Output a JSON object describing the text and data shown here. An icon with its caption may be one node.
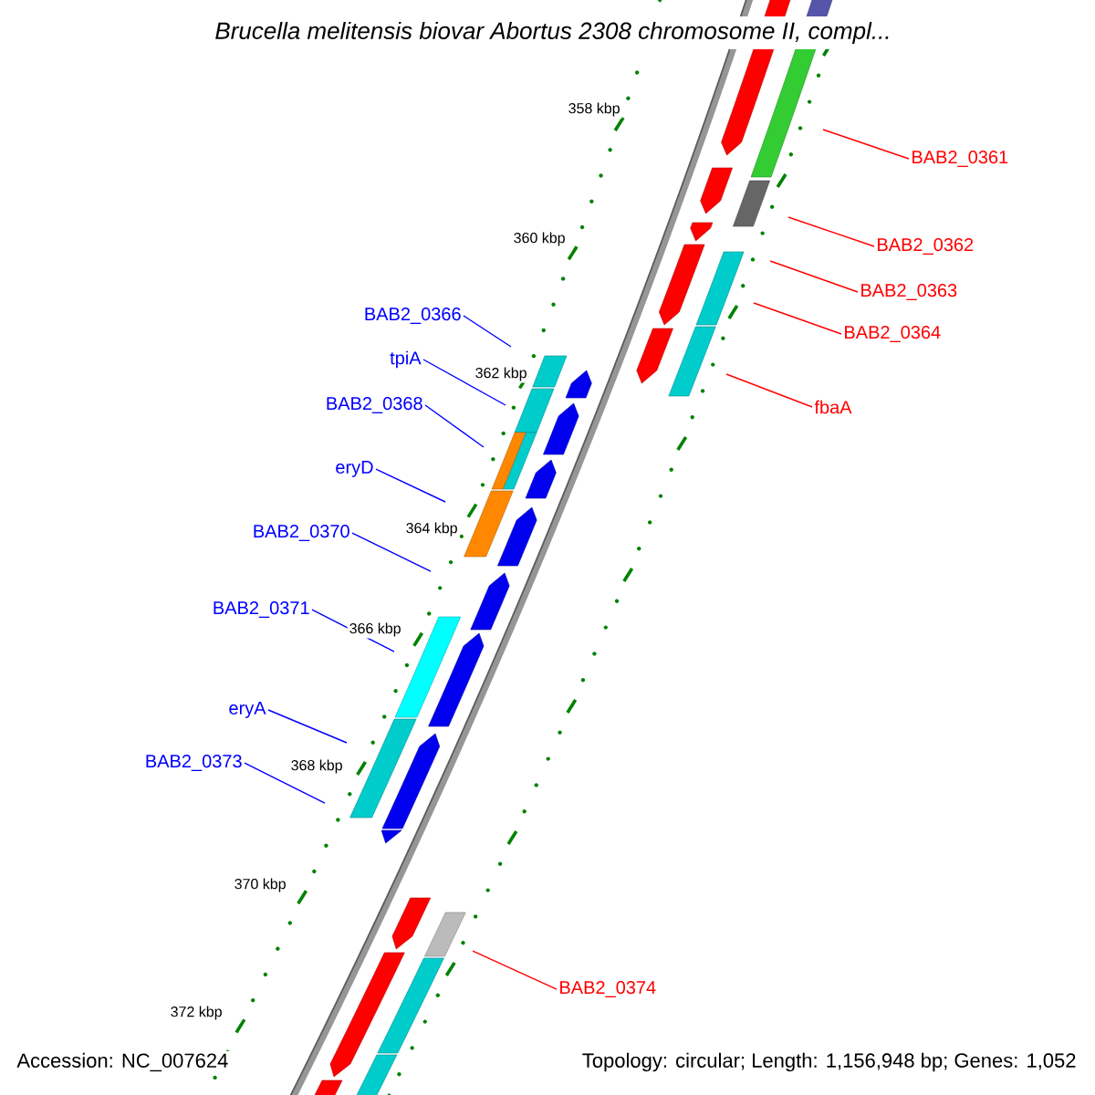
{
  "diagram": {
    "title": "Brucella melitensis biovar Abortus 2308 chromosome II, compl...",
    "nodes": [
      {
        "text": [
          "BAB2_0361"
        ]
      },
      {
        "text": [
          "BAB2_0362"
        ]
      },
      {
        "text": [
          "BAB2_0363"
        ]
      },
      {
        "text": [
          "BAB2_0366"
        ]
      },
      {
        "text": [
          "BAB2_0364"
        ]
      },
      {
        "text": [
          "tpiA"
        ]
      },
      {
        "text": [
          "BAB2_0368"
        ]
      },
      {
        "text": [
          "fbaA"
        ]
      },
      {
        "text": [
          "eryD"
        ]
      },
      {
        "text": [
          "BAB2_0370"
        ]
      },
      {
        "text": [
          "BAB2_0371"
        ]
      },
      {
        "text": [
          "eryA"
        ]
      },
      {
        "text": [
          "BAB2_0373"
        ]
      },
      {
        "text": [
          "BAB2_0374"
        ]
      }
    ],
    "edges": [
      {
        "from": 0,
        "to": null,
        "arrow": "none",
        "color": "#ff0000"
      },
      {
        "from": 1,
        "to": null,
        "arrow": "none",
        "color": "#ff0000"
      },
      {
        "from": 2,
        "to": null,
        "arrow": "none",
        "color": "#ff0000"
      },
      {
        "from": 3,
        "to": null,
        "arrow": "none"
      },
      {
        "from": 4,
        "to": null,
        "arrow": "none",
        "color": "#ff0000"
      },
      {
        "from": 5,
        "to": null,
        "arrow": "none"
      },
      {
        "from": 6,
        "to": null,
        "arrow": "none"
      },
      {
        "from": 7,
        "to": null,
        "arrow": "none",
        "color": "#ff0000"
      },
      {
        "from": 8,
        "to": null,
        "arrow": "none"
      },
      {
        "from": 9,
        "to": null,
        "arrow": "none"
      },
      {
        "from": 10,
        "to": null,
        "arrow": "none"
      },
      {
        "from": 11,
        "to": null,
        "arrow": "none"
      },
      {
        "from": 12,
        "to": null,
        "arrow": "none"
      },
      {
        "from": 13,
        "to": null,
        "arrow": "none",
        "color": "#ff0000"
      }
    ],
    "labels": [
      "358 kbp",
      "360 kbp",
      "362 kbp",
      "364 kbp",
      "366 kbp",
      "368 kbp",
      "370 kbp",
      "372 kbp",
      "Accession: NC_007624",
      "Topology: circular; Length: 1,156,948 bp; Genes: 1,052"
    ]
  }
}
